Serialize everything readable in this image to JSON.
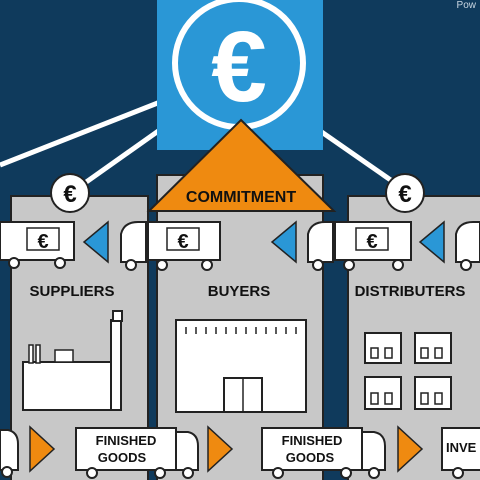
{
  "corner_text": "Pow",
  "hub": {
    "symbol": "€"
  },
  "commitment_label": "COMMITMENT",
  "columns": [
    {
      "label": "SUPPLIERS"
    },
    {
      "label": "BUYERS"
    },
    {
      "label": "DISTRIBUTERS"
    }
  ],
  "connector_symbol": "€",
  "truck_symbol": "€",
  "bottom_trucks": [
    {
      "line1": "FINISHED",
      "line2": "GOODS"
    },
    {
      "line1": "FINISHED",
      "line2": "GOODS"
    },
    {
      "line1": "INVE",
      "line2": ""
    }
  ],
  "colors": {
    "background": "#0f3a5c",
    "hub": "#2a97d6",
    "column": "#c8c8c8",
    "accent": "#ef8a10",
    "arrow_blue": "#2a97d6"
  }
}
